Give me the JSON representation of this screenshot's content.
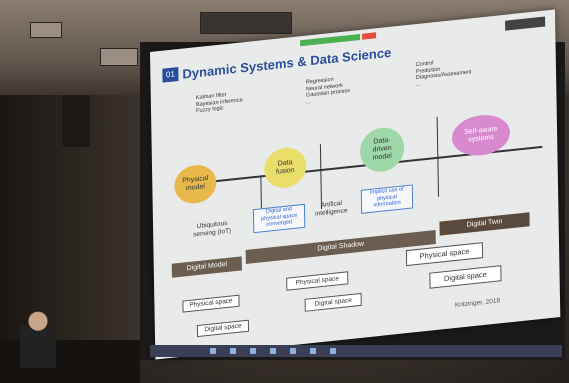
{
  "slide": {
    "number": "01",
    "title": "Dynamic Systems & Data Science",
    "methods_left": [
      "Kalman filter",
      "Bayesian inference",
      "Fuzzy logic"
    ],
    "methods_mid": [
      "Regression",
      "Neural network",
      "Gaussian process",
      "..."
    ],
    "methods_right": [
      "Control",
      "Prediction",
      "Diagnosis/Assessment",
      "..."
    ],
    "nodes": {
      "physical_model": "Physical\nmodel",
      "data_fusion": "Data\nfusion",
      "data_driven_model": "Data-\ndriven\nmodel",
      "self_aware": "Self-aware\nsystems"
    },
    "labels": {
      "ubiquitous": "Ubiquitous\nsensing (IoT)",
      "ai": "Artifical\nintelligence"
    },
    "boxes": {
      "digital_physical": "Digital and\nphysical space\nconverged",
      "implicit": "Implicit use of\nphysical\ninformation"
    },
    "bands": {
      "model": "Digital Model",
      "shadow": "Digital Shadow",
      "twin": "Digital Twin"
    },
    "spaces": {
      "physical": "Physical space",
      "digital": "Digital space"
    },
    "credit": "Kritzinger, 2018"
  },
  "colors": {
    "title": "#2a4e9a",
    "physical_model": "#e8b94a",
    "data_fusion": "#e9de6a",
    "data_driven_model": "#9fd8a8",
    "self_aware": "#d88ad0",
    "box_border": "#4a7fd0"
  }
}
